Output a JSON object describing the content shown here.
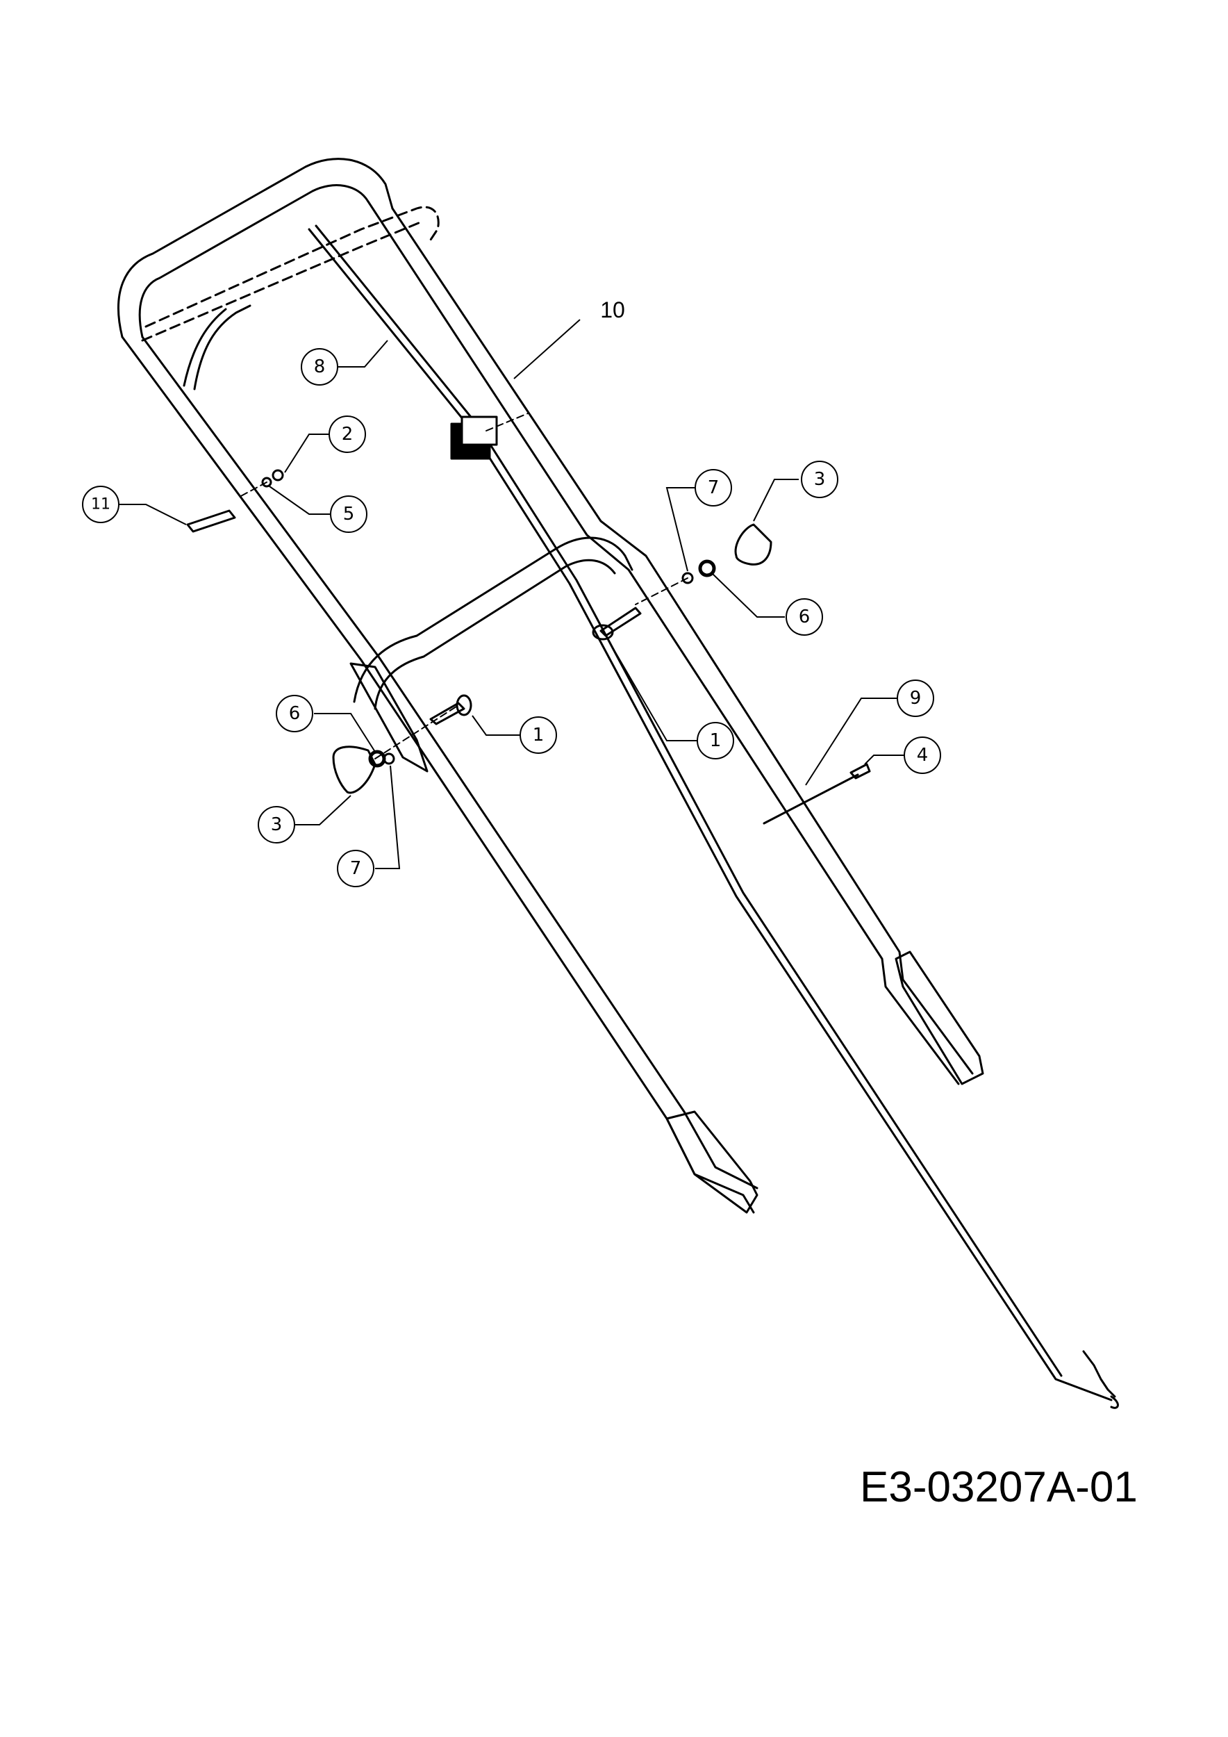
{
  "drawing_number": "E3-03207A-01",
  "callouts": {
    "c1a": "1",
    "c1b": "1",
    "c2": "2",
    "c3a": "3",
    "c3b": "3",
    "c4": "4",
    "c5": "5",
    "c6a": "6",
    "c6b": "6",
    "c7a": "7",
    "c7b": "7",
    "c8": "8",
    "c9": "9",
    "c10": "10",
    "c11": "11"
  }
}
